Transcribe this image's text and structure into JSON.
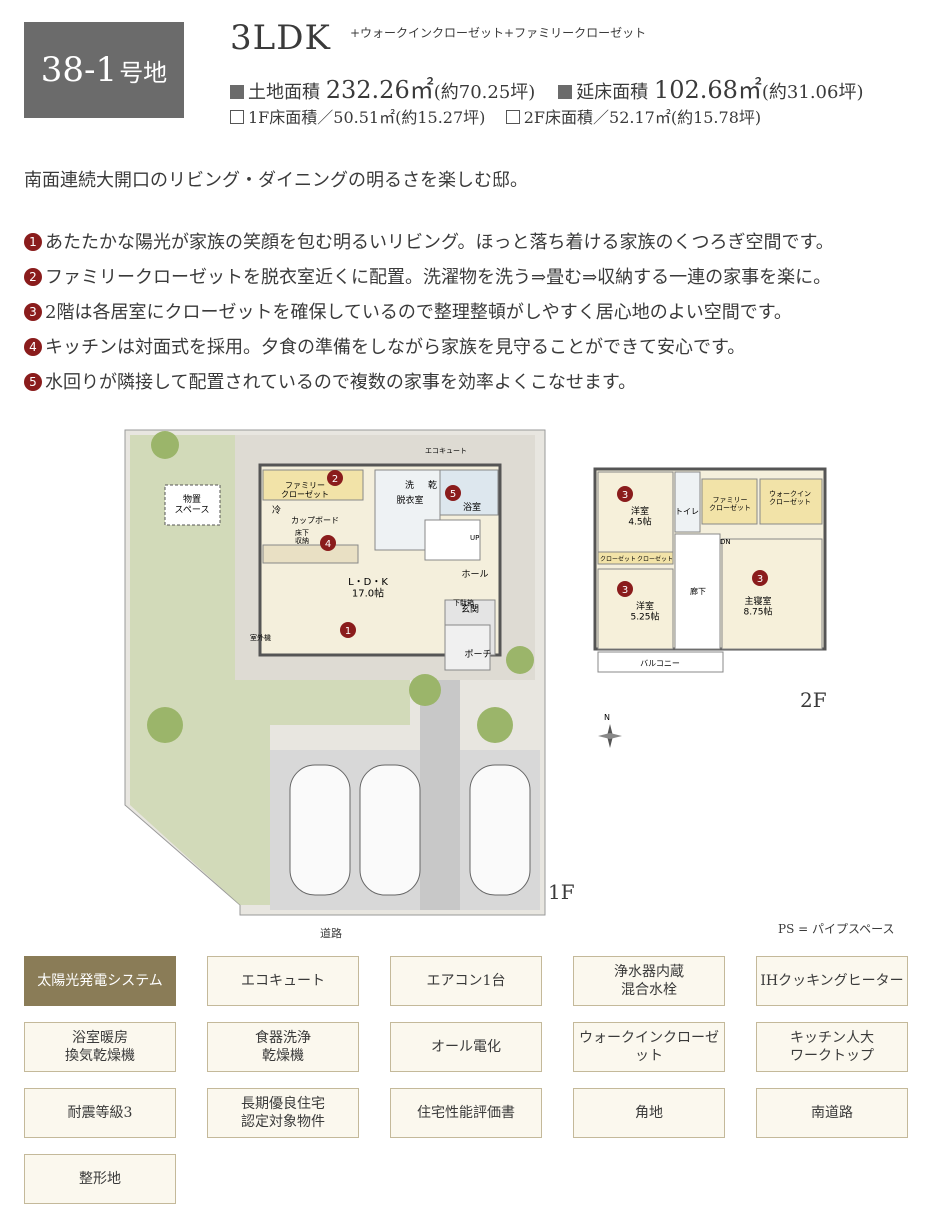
{
  "lot": {
    "number": "38-1",
    "suffix": "号地"
  },
  "layout": {
    "type": "3LDK",
    "extra": "+ウォークインクローゼット+ファミリークローゼット"
  },
  "areas": {
    "land_label": "土地面積",
    "land_value": "232.26㎡",
    "land_tsubo": "(約70.25坪)",
    "floor_label": "延床面積",
    "floor_value": "102.68㎡",
    "floor_tsubo": "(約31.06坪)",
    "f1_text": "1F床面積／50.51㎡(約15.27坪)",
    "f2_text": "2F床面積／52.17㎡(約15.78坪)"
  },
  "tagline": "南面連続大開口のリビング・ダイニングの明るさを楽しむ邸。",
  "points": [
    {
      "num": "1",
      "text": "あたたかな陽光が家族の笑顔を包む明るいリビング。ほっと落ち着ける家族のくつろぎ空間です。"
    },
    {
      "num": "2",
      "text": "ファミリークローゼットを脱衣室近くに配置。洗濯物を洗う⇒畳む⇒収納する一連の家事を楽に。"
    },
    {
      "num": "3",
      "text": "2階は各居室にクローゼットを確保しているので整理整頓がしやすく居心地のよい空間です。"
    },
    {
      "num": "4",
      "text": "キッチンは対面式を採用。夕食の準備をしながら家族を見守ることができて安心です。"
    },
    {
      "num": "5",
      "text": "水回りが隣接して配置されているので複数の家事を効率よくこなせます。"
    }
  ],
  "plan1f": {
    "floor": "1F",
    "road": "道路",
    "storage": "物置\nスペース",
    "family_closet": "ファミリー\nクローゼット",
    "cupboard": "カップボード",
    "fridge": "冷",
    "floor_storage": "床下\n収納",
    "ldk": "L・D・K\n17.0帖",
    "wash": "洗",
    "dry": "乾",
    "dressing": "脱衣室",
    "bath": "浴室",
    "hall": "ホール",
    "entrance": "玄関",
    "porch": "ポーチ",
    "shoe": "下駄箱",
    "ecocute": "エコキュート",
    "outdoor": "室外機",
    "up": "UP"
  },
  "plan2f": {
    "floor": "2F",
    "room1": "洋室\n4.5帖",
    "room2": "洋室\n5.25帖",
    "master": "主寝室\n8.75帖",
    "toilet": "トイレ",
    "family_closet": "ファミリー\nクローゼット",
    "wic": "ウォークイン\nクローゼット",
    "closet": "クローゼット",
    "hallway": "廊下",
    "balcony": "バルコニー",
    "dn": "DN",
    "north": "N"
  },
  "ps_note": "PS = パイプスペース",
  "features": [
    "太陽光発電システム",
    "エコキュート",
    "エアコン1台",
    "浄水器内蔵\n混合水栓",
    "IHクッキングヒーター",
    "浴室暖房\n換気乾燥機",
    "食器洗浄\n乾燥機",
    "オール電化",
    "ウォークインクローゼット",
    "キッチン人大\nワークトップ",
    "耐震等級3",
    "長期優良住宅\n認定対象物件",
    "住宅性能評価書",
    "角地",
    "南道路",
    "整形地"
  ],
  "colors": {
    "badge": "#6b6b6b",
    "accent": "#8a1c1c",
    "feature_active": "#8a7c57",
    "feature_bg": "#fbf8ee"
  }
}
